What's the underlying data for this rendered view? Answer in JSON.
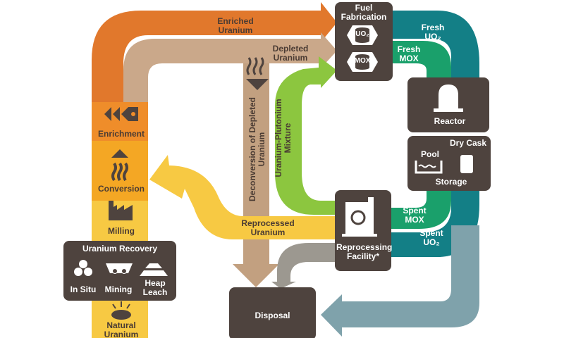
{
  "colors": {
    "yellow": "#f7c943",
    "orange": "#e1782c",
    "tan": "#caa88a",
    "green_light": "#8cc63f",
    "green_mid": "#1aa06b",
    "teal": "#137f86",
    "gray_blue": "#7fa2ab",
    "dark_box": "#4e433e"
  },
  "labels": {
    "enriched_uranium": "Enriched Uranium",
    "depleted_uranium": "Depleted Uranium",
    "fuel_fabrication": "Fuel Fabrication",
    "uo2_badge": "UO₂",
    "mox_badge": "MOX",
    "fresh_uo2": "Fresh UO₂",
    "fresh_mox": "Fresh MOX",
    "reactor": "Reactor",
    "dry_cask": "Dry Cask",
    "pool": "Pool",
    "storage": "Storage",
    "spent_mox": "Spent MOX",
    "spent_uo2": "Spent UO₂",
    "reprocessing_facility": "Reprocessing Facility*",
    "reprocessed_uranium": "Reprocessed Uranium",
    "deconversion": "Deconversion of Depleted Uranium",
    "uranium_plutonium_mixture": "Uranium-Plutonium Mixture",
    "enrichment": "Enrichment",
    "conversion": "Conversion",
    "milling": "Milling",
    "uranium_recovery": "Uranium Recovery",
    "in_situ": "In Situ",
    "mining": "Mining",
    "heap_leach": "Heap Leach",
    "natural_uranium": "Natural Uranium",
    "disposal": "Disposal"
  },
  "icons": [
    "enrichment-icon",
    "conversion-icon",
    "milling-icon",
    "in-situ-icon",
    "mining-icon",
    "heap-leach-icon",
    "natural-uranium-icon",
    "deconversion-icon",
    "reactor-icon",
    "pool-icon",
    "dry-cask-icon",
    "reprocessing-icon",
    "uo2-pellet-icon",
    "mox-pellet-icon"
  ]
}
